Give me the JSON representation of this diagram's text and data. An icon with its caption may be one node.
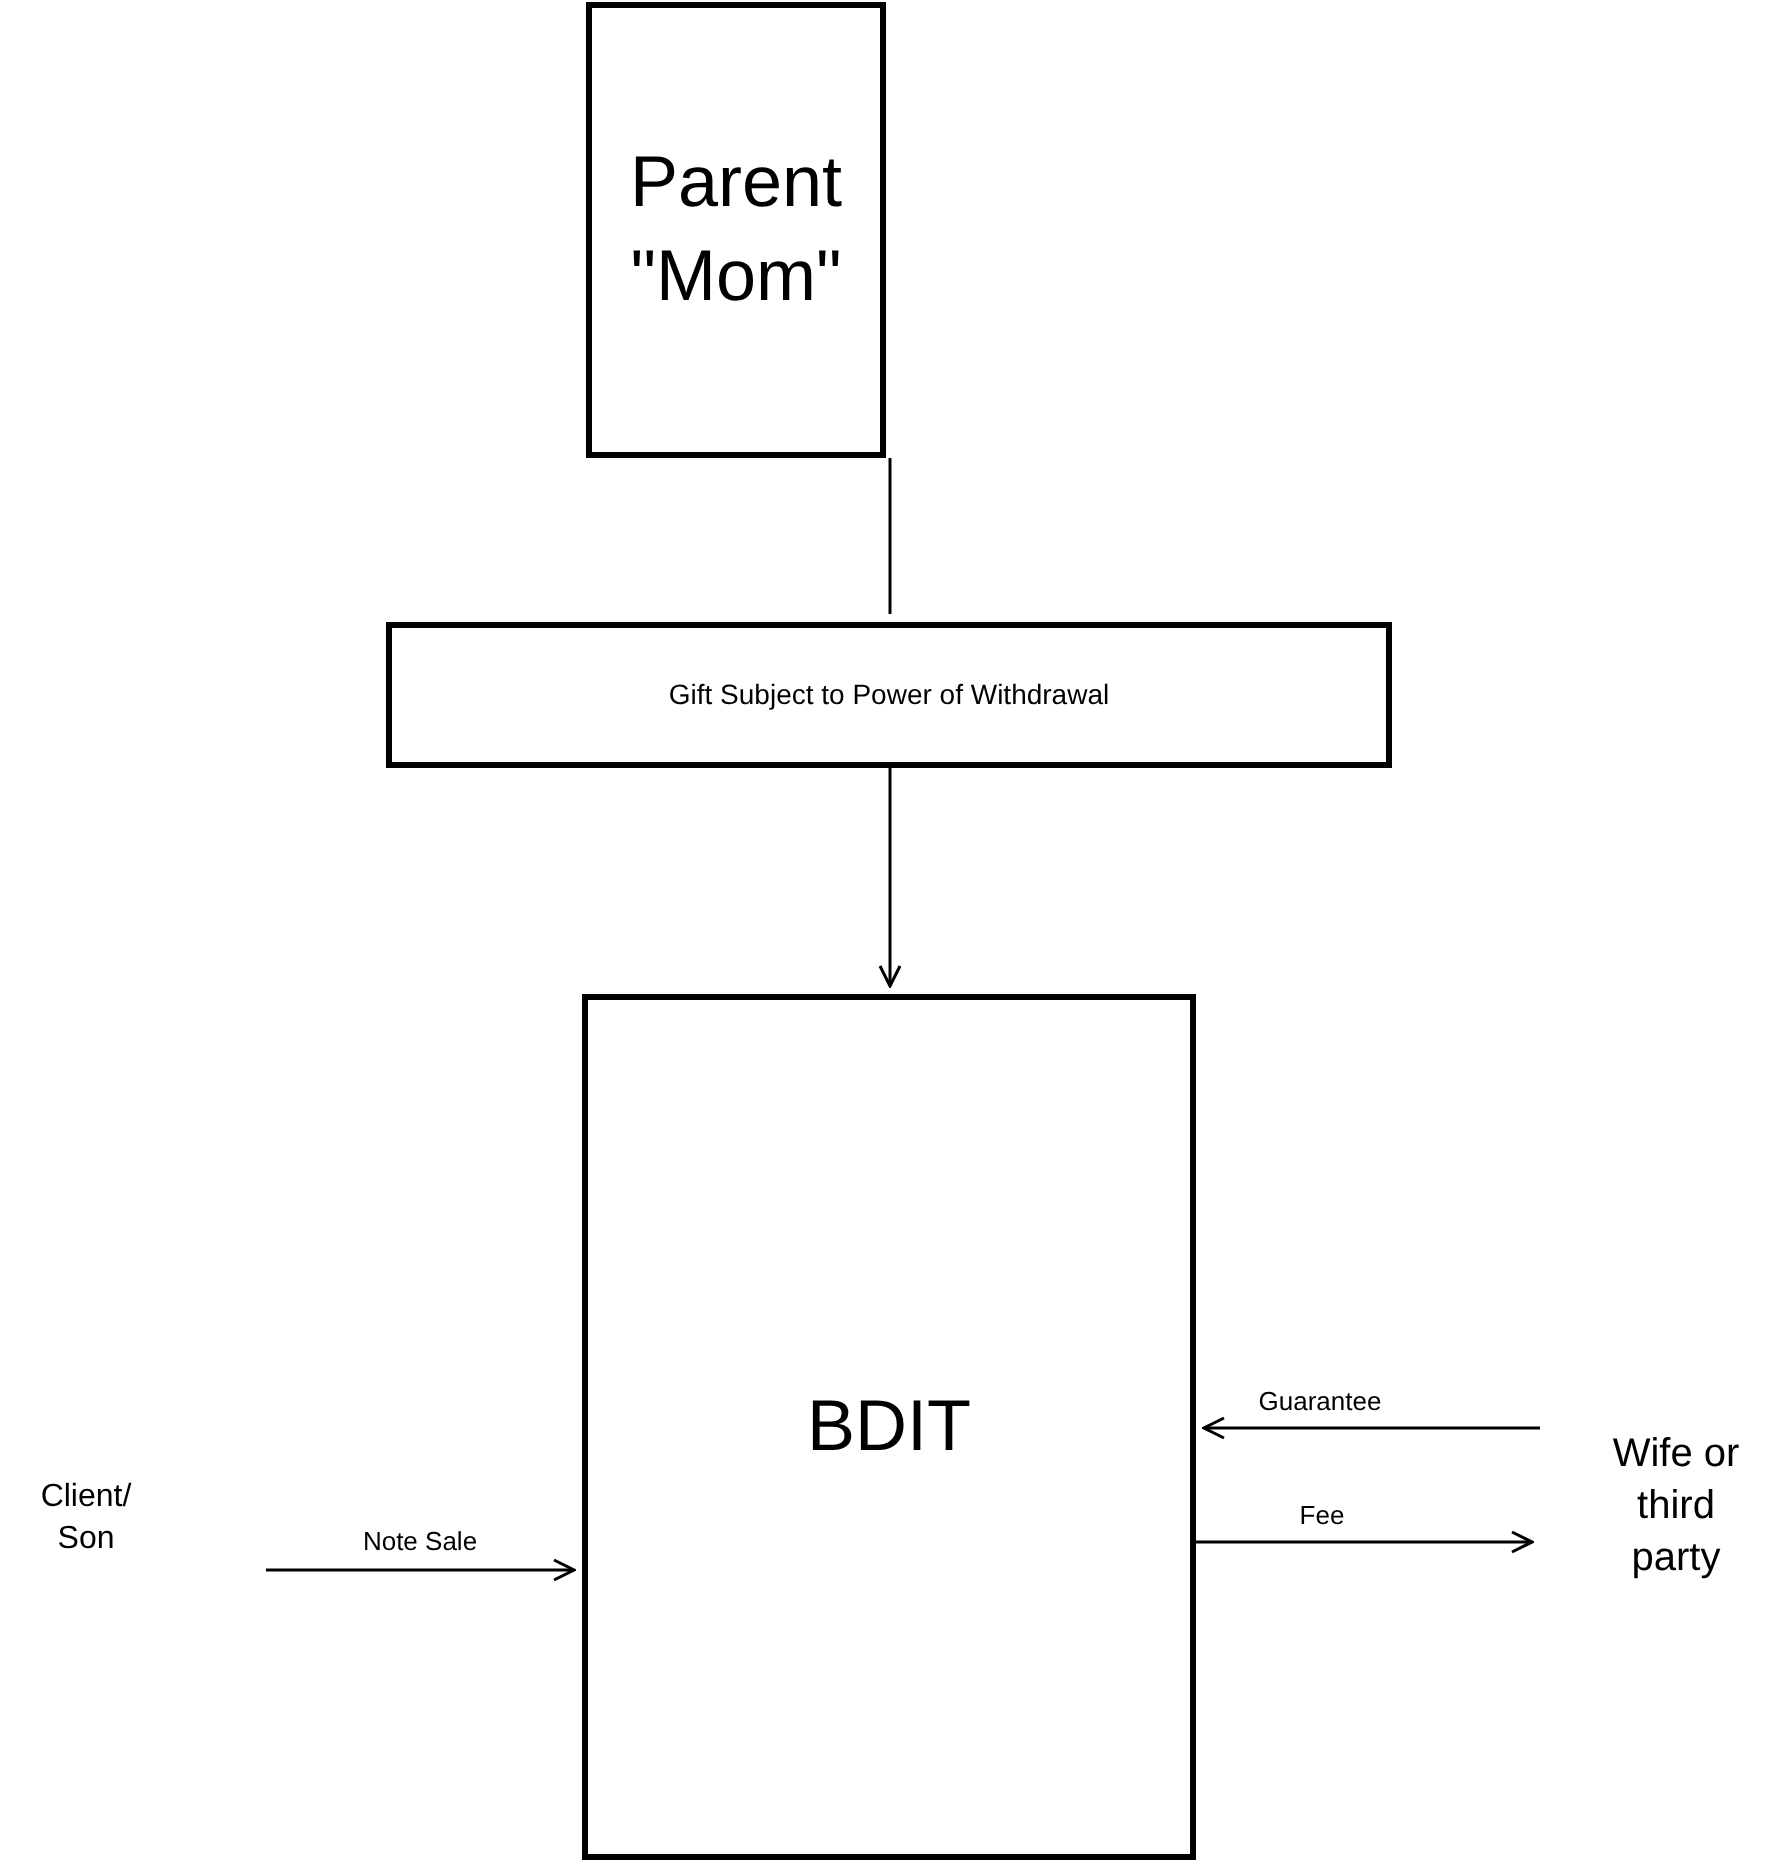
{
  "diagram": {
    "nodes": [
      {
        "text": [
          "Parent \"Mom\""
        ]
      },
      {
        "text": [
          "Gift Subject to Power of Withdrawal"
        ]
      },
      {
        "text": [
          "BDIT"
        ]
      },
      {
        "text": [
          "Client/ Son"
        ]
      },
      {
        "text": [
          "Wife or third party"
        ]
      }
    ],
    "edges": [
      {
        "from": 0,
        "to": 1,
        "arrow": "none"
      },
      {
        "from": 1,
        "to": 2,
        "arrow": "to"
      },
      {
        "from": 3,
        "to": 2,
        "arrow": "to",
        "label": "Note Sale"
      },
      {
        "from": 4,
        "to": 2,
        "arrow": "to",
        "label": "Guarantee"
      },
      {
        "from": 2,
        "to": 4,
        "arrow": "to",
        "label": "Fee"
      }
    ]
  }
}
